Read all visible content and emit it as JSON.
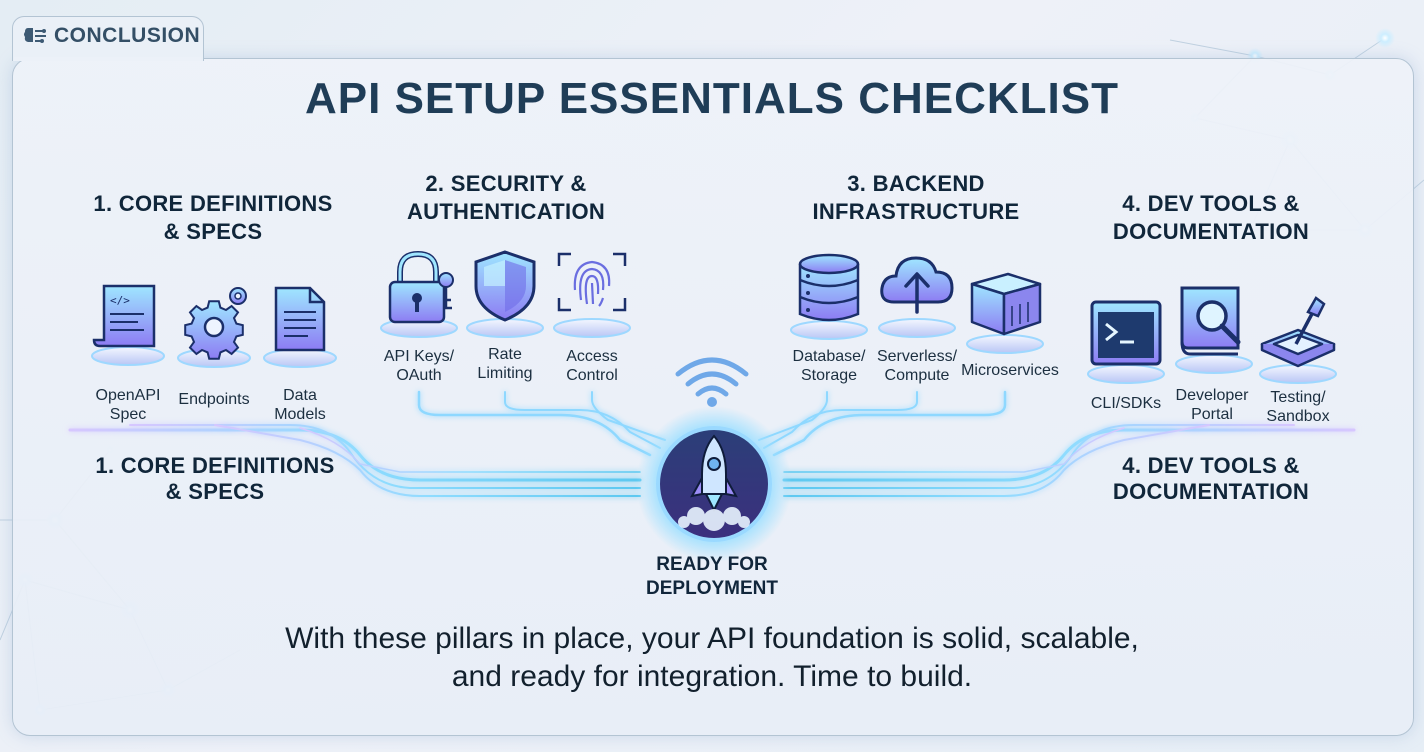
{
  "section_tab": {
    "label": "CONCLUSION",
    "icon": "brain-circuit-icon"
  },
  "title": "API SETUP ESSENTIALS CHECKLIST",
  "pillars": [
    {
      "heading_lines": [
        "1. CORE DEFINITIONS",
        "& SPECS"
      ],
      "items": [
        {
          "label_lines": [
            "OpenAPI",
            "Spec"
          ],
          "icon": "code-scroll-icon"
        },
        {
          "label_lines": [
            "Endpoints"
          ],
          "icon": "gear-cog-icon"
        },
        {
          "label_lines": [
            "Data",
            "Models"
          ],
          "icon": "document-icon"
        }
      ]
    },
    {
      "heading_lines": [
        "2. SECURITY &",
        "AUTHENTICATION"
      ],
      "items": [
        {
          "label_lines": [
            "API Keys/",
            "OAuth"
          ],
          "icon": "padlock-key-icon"
        },
        {
          "label_lines": [
            "Rate",
            "Limiting"
          ],
          "icon": "shield-icon"
        },
        {
          "label_lines": [
            "Access",
            "Control"
          ],
          "icon": "fingerprint-icon"
        }
      ]
    },
    {
      "heading_lines": [
        "3. BACKEND",
        "INFRASTRUCTURE"
      ],
      "items": [
        {
          "label_lines": [
            "Database/",
            "Storage"
          ],
          "icon": "database-icon"
        },
        {
          "label_lines": [
            "Serverless/",
            "Compute"
          ],
          "icon": "cloud-upload-icon"
        },
        {
          "label_lines": [
            "Microservices"
          ],
          "icon": "cube-box-icon"
        }
      ]
    },
    {
      "heading_lines": [
        "4. DEV TOOLS &",
        "DOCUMENTATION"
      ],
      "items": [
        {
          "label_lines": [
            "CLI/SDKs"
          ],
          "icon": "terminal-icon"
        },
        {
          "label_lines": [
            "Developer",
            "Portal"
          ],
          "icon": "book-search-icon"
        },
        {
          "label_lines": [
            "Testing/",
            "Sandbox"
          ],
          "icon": "sandbox-shovel-icon"
        }
      ]
    }
  ],
  "lower_headings": {
    "left_lines": [
      "1. CORE DEFINITIONS",
      "& SPECS"
    ],
    "right_lines": [
      "4. DEV TOOLS &",
      "DOCUMENTATION"
    ]
  },
  "center": {
    "label_lines": [
      "READY FOR",
      "DEPLOYMENT"
    ],
    "icon": "rocket-icon",
    "signal_icon": "wifi-signal-icon"
  },
  "conclusion_lines": [
    "With these pillars in place, your API foundation is solid, scalable,",
    "and ready for integration. Time to build."
  ],
  "colors": {
    "title": "#1f3d57",
    "text": "#10263a",
    "glow": "#7ad6ff",
    "accent_violet": "#8b7cf0",
    "accent_cyan": "#5cc8f0"
  }
}
